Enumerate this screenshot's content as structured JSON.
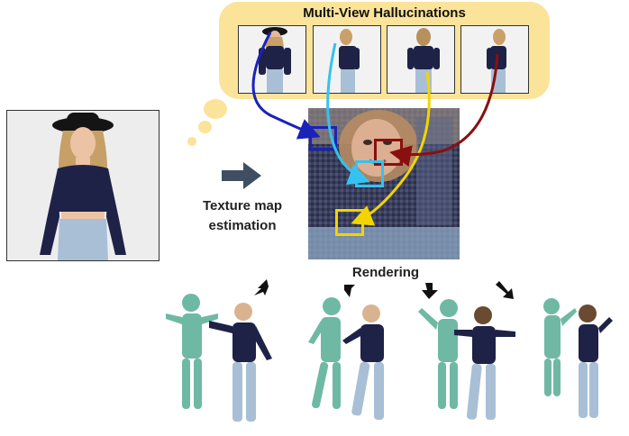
{
  "title": "Multi-View Hallucinations",
  "step_label_line1": "Texture map",
  "step_label_line2": "estimation",
  "render_label": "Rendering",
  "colors": {
    "cloud": "#fbe39a",
    "arrow_blue": "#1a23b8",
    "arrow_cyan": "#34c3f0",
    "arrow_yellow": "#f2d400",
    "arrow_red": "#8a0f0f",
    "body_mesh": "#6fb9a4",
    "shirt": "#1e2246",
    "jeans": "#a9bfd6",
    "big_arrow": "#3f4e63"
  }
}
